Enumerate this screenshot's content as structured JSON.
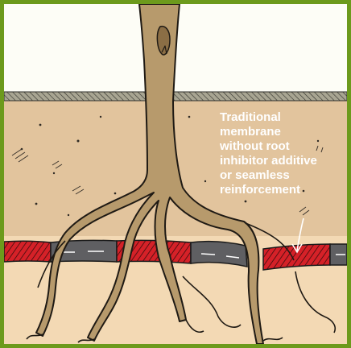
{
  "annotation": {
    "lines": [
      "Traditional",
      "membrane",
      "without root",
      "inhibitor additive",
      "or seamless",
      "reinforcement"
    ]
  },
  "colors": {
    "frame": "#6c9a1c",
    "sky": "#fdfdf6",
    "topsoil": "#e2c49d",
    "subsoil": "#f3d9b4",
    "grass": "#6d6b5a",
    "tree": "#b79a6c",
    "membrane_red": "#d52128",
    "membrane_gray": "#5f5f62",
    "annotation_text": "#ffffff"
  },
  "icons": [
    "arrow-icon"
  ]
}
